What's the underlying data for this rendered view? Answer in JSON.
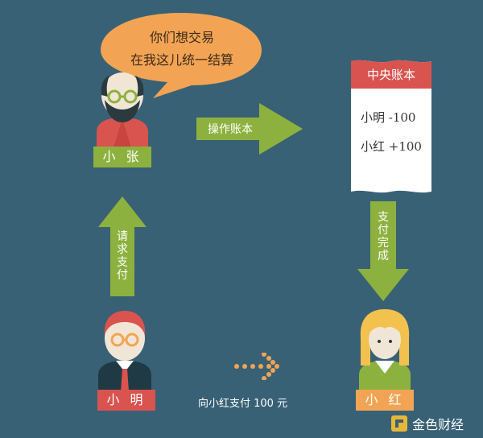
{
  "speech_bubble": {
    "line1": "你们想交易",
    "line2": "在我这儿统一结算"
  },
  "people": {
    "zhang": {
      "name": "小 张"
    },
    "ming": {
      "name": "小 明"
    },
    "hong": {
      "name": "小 红"
    }
  },
  "arrows": {
    "operate_ledger": "操作账本",
    "request_pay": [
      "请",
      "求",
      "支",
      "付"
    ],
    "pay_done": [
      "支",
      "付",
      "完",
      "成"
    ]
  },
  "ledger": {
    "title": "中央账本",
    "entries": [
      "小明 -100",
      "小红 +100"
    ]
  },
  "bottom_note": "向小红支付 100 元",
  "watermark": {
    "text": "金色财经"
  },
  "colors": {
    "background": "#386175",
    "bubble": "#f2a454",
    "green": "#8db13e",
    "red": "#d9534f",
    "paper": "#ffffff"
  }
}
